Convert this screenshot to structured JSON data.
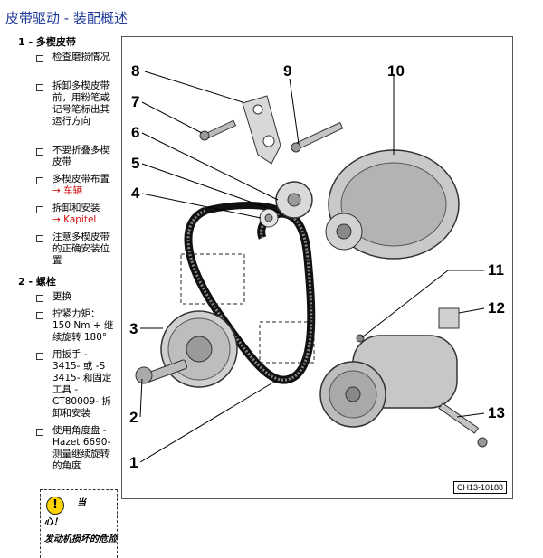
{
  "page_title": "皮带驱动 - 装配概述",
  "items": [
    {
      "num": "1 - 多楔皮带",
      "bullets": [
        {
          "text": "检查磨损情况"
        },
        {
          "text": "拆卸多楔皮带前，用粉笔或记号笔标出其运行方向"
        },
        {
          "text": "不要折叠多楔皮带"
        },
        {
          "text": "多楔皮带布置",
          "link": "→ 车辆"
        },
        {
          "text": "拆卸和安装",
          "link": "→ Kapitel"
        },
        {
          "text": "注意多楔皮带的正确安装位置"
        }
      ]
    },
    {
      "num": "2 - 螺栓",
      "bullets": [
        {
          "text": "更换"
        },
        {
          "text": "拧紧力矩：150 Nm + 继续旋转 180°"
        },
        {
          "text": "用扳手 - 3415- 或 -S 3415- 和固定工具 - CT80009- 拆卸和安装"
        },
        {
          "text": "使用角度盘 - Hazet 6690- 测量继续旋转的角度"
        }
      ]
    }
  ],
  "notice": {
    "icon": "exclamation-warning-icon",
    "word1": "当",
    "word2": "心！",
    "text": "发动机损坏的危险"
  },
  "figure": {
    "callouts": [
      "1",
      "2",
      "3",
      "4",
      "5",
      "6",
      "7",
      "8",
      "9",
      "10",
      "11",
      "12",
      "13"
    ],
    "code": "CH13-10188"
  },
  "colors": {
    "title": "#1f3a9a",
    "link": "#d01010",
    "warning": "#ffd400"
  }
}
